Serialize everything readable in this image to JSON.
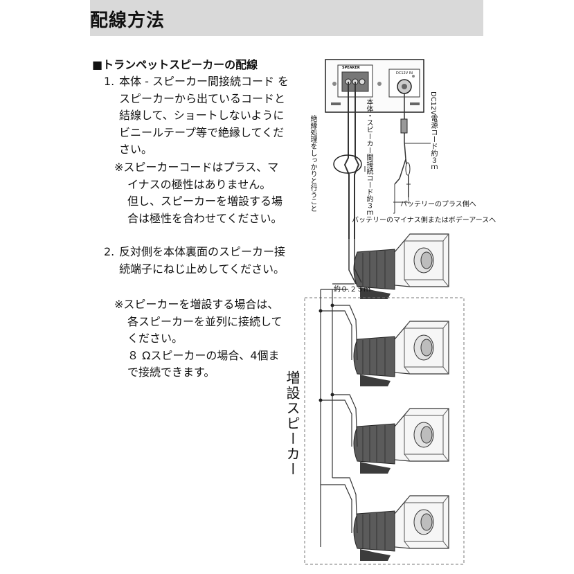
{
  "header": {
    "title": "配線方法"
  },
  "section": {
    "title": "■トランペットスピーカーの配線"
  },
  "steps": [
    {
      "number": "1.",
      "lines": [
        "本体 - スピーカー間接続コード を",
        "スピーカーから出ているコードと",
        "結線して、ショートしないように",
        "ビニールテープ等で絶縁してくだ",
        "さい。"
      ]
    },
    {
      "number": "2.",
      "lines": [
        "反対側を本体裏面のスピーカー接",
        "続端子にねじ止めしてください。"
      ]
    }
  ],
  "note1": {
    "lines": [
      "※スピーカーコードはプラス、マ",
      "イナスの極性はありません。",
      "但し、スピーカーを増設する場",
      "合は極性を合わせてください。"
    ]
  },
  "note2": {
    "lines": [
      "※スピーカーを増設する場合は、",
      "各スピーカーを並列に接続して",
      "ください。",
      "８ Ωスピーカーの場合、4個ま",
      "で接続できます。"
    ]
  },
  "diagram": {
    "panel_speaker_label": "SPEAKER",
    "panel_power_label": "DC12V IN",
    "label_insulation": "絶縁処理をしっかりと行うこと",
    "label_connect_cord": "本体・スピーカー間接続コード約３ｍ",
    "label_power_cord": "DC12V電源コード約３ｍ",
    "label_battery_plus": "バッテリーのプラス側へ",
    "label_battery_minus": "バッテリーのマイナス側またはボデーアースへ",
    "label_wire_length": "約０.２５ｍ",
    "label_additional": "増設スピーカー"
  }
}
